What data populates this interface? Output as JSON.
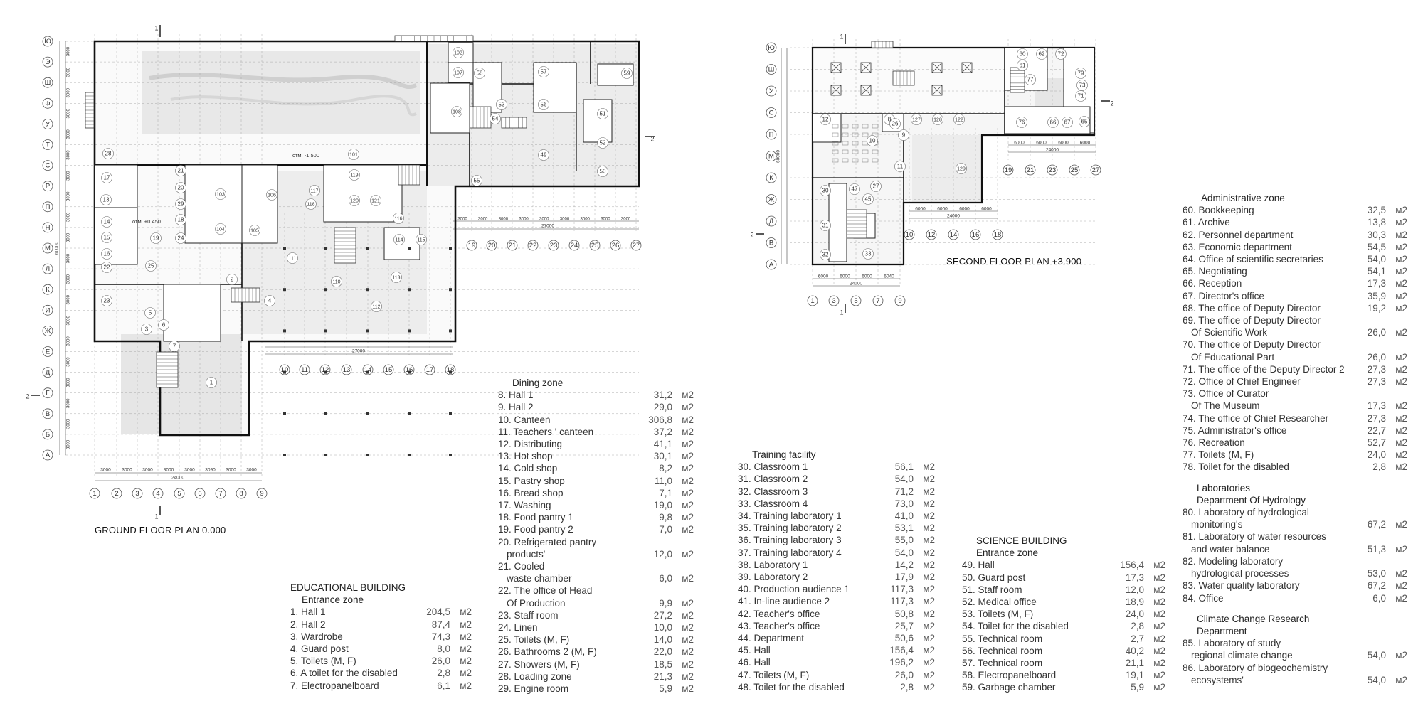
{
  "plans": {
    "ground": {
      "title": "GROUND FLOOR PLAN 0.000",
      "axes_letters": [
        "Ю",
        "Э",
        "Ш",
        "Ф",
        "У",
        "Т",
        "С",
        "Р",
        "П",
        "Н",
        "М",
        "Л",
        "К",
        "И",
        "Ж",
        "Е",
        "Д",
        "Г",
        "В",
        "Б",
        "А"
      ],
      "axes_numbers": [
        "1",
        "2",
        "3",
        "4",
        "5",
        "6",
        "7",
        "8",
        "9"
      ],
      "axes_numbers_mid": [
        "10",
        "11",
        "12",
        "13",
        "14",
        "15",
        "16",
        "17",
        "18"
      ],
      "axes_numbers_right": [
        "19",
        "20",
        "21",
        "22",
        "23",
        "24",
        "25",
        "26",
        "27"
      ],
      "dims_bottom": [
        "3000",
        "3000",
        "3000",
        "3000",
        "3000",
        "3090",
        "3000",
        "3000"
      ],
      "dim_total": "24000",
      "dim_mid_total": "27000",
      "dim_right": [
        "3000",
        "3000",
        "3000",
        "3000",
        "3000",
        "3000",
        "3000",
        "3000",
        "3000"
      ],
      "dim_right_total": "27000",
      "dim_left": "3000",
      "dim_left_total": "60000",
      "level_a": "отм. -1.500",
      "level_b": "отм. +0.450",
      "section_a": "1",
      "section_b": "2",
      "rooms": [
        "1",
        "2",
        "3",
        "4",
        "5",
        "6",
        "7",
        "13",
        "14",
        "15",
        "16",
        "17",
        "18",
        "19",
        "20",
        "21",
        "22",
        "23",
        "24",
        "25",
        "28",
        "29",
        "49",
        "50",
        "51",
        "52",
        "53",
        "54",
        "55",
        "56",
        "57",
        "58",
        "59",
        "101",
        "102",
        "103",
        "104",
        "105",
        "106",
        "107",
        "108",
        "110",
        "111",
        "112",
        "113",
        "114",
        "115",
        "116",
        "117",
        "118",
        "119",
        "120",
        "121"
      ]
    },
    "second": {
      "title": "SECOND FLOOR PLAN +3.900",
      "axes_letters": [
        "Ю",
        "Ш",
        "У",
        "С",
        "П",
        "М",
        "К",
        "Ж",
        "Д",
        "В",
        "А"
      ],
      "axes_numbers": [
        "1",
        "3",
        "5",
        "7",
        "9"
      ],
      "axes_numbers_mid": [
        "10",
        "12",
        "14",
        "16",
        "18"
      ],
      "axes_numbers_right": [
        "19",
        "21",
        "23",
        "25",
        "27"
      ],
      "dims_bottom": [
        "6000",
        "6000",
        "6000",
        "6040"
      ],
      "dim_total": "24000",
      "dims_mid": [
        "6000",
        "6000",
        "6000",
        "6000"
      ],
      "dim_mid_total": "24000",
      "dims_right": [
        "6000",
        "6000",
        "6000",
        "6000"
      ],
      "dim_right_total": "24000",
      "dim_left_total": "60000",
      "rooms": [
        "8",
        "9",
        "10",
        "11",
        "12",
        "26",
        "27",
        "30",
        "31",
        "32",
        "33",
        "45",
        "47",
        "60",
        "61",
        "62",
        "65",
        "66",
        "67",
        "71",
        "72",
        "73",
        "76",
        "77",
        "79",
        "122",
        "127",
        "128",
        "129"
      ]
    }
  },
  "legend": {
    "educational": {
      "heading": "EDUCATIONAL BUILDING",
      "zone": "Entrance zone",
      "items": [
        {
          "label": "1. Hall 1",
          "value": "204,5",
          "unit": "м2"
        },
        {
          "label": "2. Hall 2",
          "value": "87,4",
          "unit": "м2"
        },
        {
          "label": "3. Wardrobe",
          "value": "74,3",
          "unit": "м2"
        },
        {
          "label": "4. Guard post",
          "value": "8,0",
          "unit": "м2"
        },
        {
          "label": "5. Toilets (M, F)",
          "value": "26,0",
          "unit": "м2"
        },
        {
          "label": "6. A toilet for the disabled",
          "value": "2,8",
          "unit": "м2"
        },
        {
          "label": "7. Electropanelboard",
          "value": "6,1",
          "unit": "м2"
        }
      ]
    },
    "dining": {
      "zone": "Dining zone",
      "items": [
        {
          "label": "8. Hall 1",
          "value": "31,2",
          "unit": "м2"
        },
        {
          "label": "9. Hall 2",
          "value": "29,0",
          "unit": "м2"
        },
        {
          "label": "10. Canteen",
          "value": "306,8",
          "unit": "м2"
        },
        {
          "label": "11. Teachers ' canteen",
          "value": "37,2",
          "unit": "м2"
        },
        {
          "label": "12. Distributing",
          "value": "41,1",
          "unit": "м2"
        },
        {
          "label": "13. Hot shop",
          "value": "30,1",
          "unit": "м2"
        },
        {
          "label": "14. Cold shop",
          "value": "8,2",
          "unit": "м2"
        },
        {
          "label": "15. Pastry shop",
          "value": "11,0",
          "unit": "м2"
        },
        {
          "label": "16. Bread shop",
          "value": "7,1",
          "unit": "м2"
        },
        {
          "label": "17. Washing",
          "value": "19,0",
          "unit": "м2"
        },
        {
          "label": "18. Food pantry 1",
          "value": "9,8",
          "unit": "м2"
        },
        {
          "label": "19. Food pantry 2",
          "value": "7,0",
          "unit": "м2"
        },
        {
          "label": "20. Refrigerated pantry",
          "value": "",
          "unit": ""
        },
        {
          "label": "products'",
          "value": "12,0",
          "unit": "м2",
          "cont": true
        },
        {
          "label": "21. Cooled",
          "value": "",
          "unit": ""
        },
        {
          "label": "waste chamber",
          "value": "6,0",
          "unit": "м2",
          "cont": true
        },
        {
          "label": "22. The office of Head",
          "value": "",
          "unit": ""
        },
        {
          "label": "Of Production",
          "value": "9,9",
          "unit": "м2",
          "cont": true
        },
        {
          "label": "23. Staff room",
          "value": "27,2",
          "unit": "м2"
        },
        {
          "label": "24. Linen",
          "value": "10,0",
          "unit": "м2"
        },
        {
          "label": "25. Toilets (M, F)",
          "value": "14,0",
          "unit": "м2"
        },
        {
          "label": "26. Bathrooms 2 (M, F)",
          "value": "22,0",
          "unit": "м2"
        },
        {
          "label": "27. Showers (M, F)",
          "value": "18,5",
          "unit": "м2"
        },
        {
          "label": "28. Loading zone",
          "value": "21,3",
          "unit": "м2"
        },
        {
          "label": "29. Engine room",
          "value": "5,9",
          "unit": "м2"
        }
      ]
    },
    "training": {
      "zone": "Training facility",
      "items": [
        {
          "label": "30. Classroom 1",
          "value": "56,1",
          "unit": "м2"
        },
        {
          "label": "31. Classroom 2",
          "value": "54,0",
          "unit": "м2"
        },
        {
          "label": "32. Classroom 3",
          "value": "71,2",
          "unit": "м2"
        },
        {
          "label": "33. Classroom 4",
          "value": "73,0",
          "unit": "м2"
        },
        {
          "label": "34. Training laboratory 1",
          "value": "41,0",
          "unit": "м2"
        },
        {
          "label": "35. Training laboratory 2",
          "value": "53,1",
          "unit": "м2"
        },
        {
          "label": "36. Training laboratory 3",
          "value": "55,0",
          "unit": "м2"
        },
        {
          "label": "37. Training laboratory 4",
          "value": "54,0",
          "unit": "м2"
        },
        {
          "label": "38. Laboratory 1",
          "value": "14,2",
          "unit": "м2"
        },
        {
          "label": "39. Laboratory 2",
          "value": "17,9",
          "unit": "м2"
        },
        {
          "label": "40. Production audience 1",
          "value": "117,3",
          "unit": "м2"
        },
        {
          "label": "41. In-line audience 2",
          "value": "117,3",
          "unit": "м2"
        },
        {
          "label": "42. Teacher's office",
          "value": "50,8",
          "unit": "м2"
        },
        {
          "label": "43. Teacher's office",
          "value": "25,7",
          "unit": "м2"
        },
        {
          "label": "44. Department",
          "value": "50,6",
          "unit": "м2"
        },
        {
          "label": "45. Hall",
          "value": "156,4",
          "unit": "м2"
        },
        {
          "label": "46. Hall",
          "value": "196,2",
          "unit": "м2"
        },
        {
          "label": "47. Toilets (M, F)",
          "value": "26,0",
          "unit": "м2"
        },
        {
          "label": "48. Toilet for the disabled",
          "value": "2,8",
          "unit": "м2"
        }
      ]
    },
    "science": {
      "heading": "SCIENCE BUILDING",
      "zone": "Entrance zone",
      "items": [
        {
          "label": "49. Hall",
          "value": "156,4",
          "unit": "м2"
        },
        {
          "label": "50. Guard post",
          "value": "17,3",
          "unit": "м2"
        },
        {
          "label": "51. Staff room",
          "value": "12,0",
          "unit": "м2"
        },
        {
          "label": "52. Medical office",
          "value": "18,9",
          "unit": "м2"
        },
        {
          "label": "53. Toilets (M, F)",
          "value": "24,0",
          "unit": "м2"
        },
        {
          "label": "54. Toilet for the disabled",
          "value": "2,8",
          "unit": "м2"
        },
        {
          "label": "55. Technical room",
          "value": "2,7",
          "unit": "м2"
        },
        {
          "label": "56. Technical room",
          "value": "40,2",
          "unit": "м2"
        },
        {
          "label": "57. Technical room",
          "value": "21,1",
          "unit": "м2"
        },
        {
          "label": "58. Electropanelboard",
          "value": "19,1",
          "unit": "м2"
        },
        {
          "label": "59. Garbage chamber",
          "value": "5,9",
          "unit": "м2"
        }
      ]
    },
    "administrative": {
      "zone": "Administrative zone",
      "items": [
        {
          "label": "60. Bookkeeping",
          "value": "32,5",
          "unit": "м2"
        },
        {
          "label": "61. Archive",
          "value": "13,8",
          "unit": "м2"
        },
        {
          "label": "62. Personnel department",
          "value": "30,3",
          "unit": "м2"
        },
        {
          "label": "63. Economic department",
          "value": "54,5",
          "unit": "м2"
        },
        {
          "label": "64. Office of scientific secretaries",
          "value": "54,0",
          "unit": "м2"
        },
        {
          "label": "65. Negotiating",
          "value": "54,1",
          "unit": "м2"
        },
        {
          "label": "66. Reception",
          "value": "17,3",
          "unit": "м2"
        },
        {
          "label": "67. Director's office",
          "value": "35,9",
          "unit": "м2"
        },
        {
          "label": "68. The office of Deputy Director",
          "value": "19,2",
          "unit": "м2"
        },
        {
          "label": "69. The office of Deputy Director",
          "value": "",
          "unit": ""
        },
        {
          "label": "Of Scientific Work",
          "value": "26,0",
          "unit": "м2",
          "cont": true
        },
        {
          "label": "70. The office of Deputy Director",
          "value": "",
          "unit": ""
        },
        {
          "label": "Of Educational Part",
          "value": "26,0",
          "unit": "м2",
          "cont": true
        },
        {
          "label": "71. The office of the Deputy Director 2",
          "value": "27,3",
          "unit": "м2"
        },
        {
          "label": "72. Office of Chief Engineer",
          "value": "27,3",
          "unit": "м2"
        },
        {
          "label": "73. Office of Curator",
          "value": "",
          "unit": ""
        },
        {
          "label": "Of The Museum",
          "value": "17,3",
          "unit": "м2",
          "cont": true
        },
        {
          "label": "74. The office of Chief Researcher",
          "value": "27,3",
          "unit": "м2"
        },
        {
          "label": "75. Administrator's office",
          "value": "22,7",
          "unit": "м2"
        },
        {
          "label": "76. Recreation",
          "value": "52,7",
          "unit": "м2"
        },
        {
          "label": "77. Toilets (M, F)",
          "value": "24,0",
          "unit": "м2"
        },
        {
          "label": "78. Toilet for the disabled",
          "value": "2,8",
          "unit": "м2"
        }
      ]
    },
    "laboratories": {
      "zone": "Laboratories",
      "department": "Department Of Hydrology",
      "items": [
        {
          "label": "80. Laboratory of hydrological",
          "value": "",
          "unit": ""
        },
        {
          "label": "monitoring's",
          "value": "67,2",
          "unit": "м2",
          "cont": true
        },
        {
          "label": "81. Laboratory of water resources",
          "value": "",
          "unit": ""
        },
        {
          "label": "and water balance",
          "value": "51,3",
          "unit": "м2",
          "cont": true
        },
        {
          "label": "82. Modeling laboratory",
          "value": "",
          "unit": ""
        },
        {
          "label": "hydrological processes",
          "value": "53,0",
          "unit": "м2",
          "cont": true
        },
        {
          "label": "83. Water quality laboratory",
          "value": "67,2",
          "unit": "м2"
        },
        {
          "label": "84. Office",
          "value": "6,0",
          "unit": "м2"
        }
      ]
    },
    "climate": {
      "zone": "Climate Change Research",
      "department": "Department",
      "items": [
        {
          "label": "85. Laboratory of study",
          "value": "",
          "unit": ""
        },
        {
          "label": "regional climate change",
          "value": "54,0",
          "unit": "м2",
          "cont": true
        },
        {
          "label": "86. Laboratory of biogeochemistry",
          "value": "",
          "unit": ""
        },
        {
          "label": "ecosystems'",
          "value": "54,0",
          "unit": "м2",
          "cont": true
        }
      ]
    }
  }
}
